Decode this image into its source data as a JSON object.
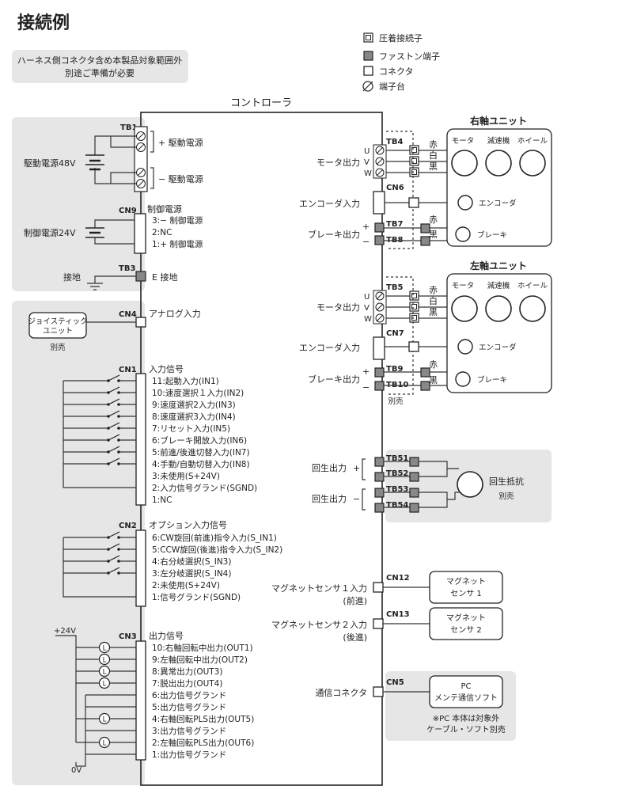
{
  "title": "接続例",
  "note_harness": [
    "ハーネス側コネクタ含め本製品対象範囲外",
    "別途ご準備が必要"
  ],
  "legend": [
    {
      "icon": "crimp-terminal-icon",
      "label": "圧着接続子"
    },
    {
      "icon": "faston-terminal-icon",
      "label": "ファストン端子"
    },
    {
      "icon": "connector-icon",
      "label": "コネクタ"
    },
    {
      "icon": "terminal-block-icon",
      "label": "端子台"
    }
  ],
  "controller_label": "コントローラ",
  "left": {
    "tb1": {
      "id": "TB1",
      "plus": "+ 駆動電源",
      "minus": "− 駆動電源",
      "source": "駆動電源48V"
    },
    "cn9": {
      "id": "CN9",
      "head": "制御電源",
      "pins": [
        "3:−  制御電源",
        "2:NC",
        "1:+  制御電源"
      ],
      "source": "制御電源24V"
    },
    "tb3": {
      "id": "TB3",
      "label": "E  接地",
      "source": "接地"
    },
    "cn4": {
      "id": "CN4",
      "label": "アナログ入力",
      "device": [
        "ジョイスティック",
        "ユニット"
      ],
      "sold": "別売"
    },
    "cn1": {
      "id": "CN1",
      "head": "入力信号",
      "pins": [
        "11:起動入力(IN1)",
        "10:速度選択１入力(IN2)",
        "9:速度選択2入力(IN3)",
        "8:速度選択3入力(IN4)",
        "7:リセット入力(IN5)",
        "6:ブレーキ開放入力(IN6)",
        "5:前進/後進切替入力(IN7)",
        "4:手動/自動切替入力(IN8)",
        "3:未使用(S+24V)",
        "2:入力信号グランド(SGND)",
        "1:NC"
      ]
    },
    "cn2": {
      "id": "CN2",
      "head": "オプション入力信号",
      "pins": [
        "6:CW旋回(前進)指令入力(S_IN1)",
        "5:CCW旋回(後進)指令入力(S_IN2)",
        "4:右分岐選択(S_IN3)",
        "3:左分岐選択(S_IN4)",
        "2:未使用(S+24V)",
        "1:信号グランド(SGND)"
      ]
    },
    "cn3": {
      "id": "CN3",
      "head": "出力信号",
      "pins": [
        "10:右軸回転中出力(OUT1)",
        "9:左軸回転中出力(OUT2)",
        "8:異常出力(OUT3)",
        "7:脱出出力(OUT4)",
        "6:出力信号グランド",
        "5:出力信号グランド",
        "4:右軸回転PLS出力(OUT5)",
        "3:出力信号グランド",
        "2:左軸回転PLS出力(OUT6)",
        "1:出力信号グランド"
      ],
      "v24": "+24V",
      "v0": "0V",
      "lamp": "L"
    }
  },
  "right": {
    "uvw": [
      "U",
      "V",
      "W"
    ],
    "wire_colors": [
      "赤",
      "白",
      "黒"
    ],
    "motor_out": "モータ出力",
    "encoder_in": "エンコーダ入力",
    "brake_out": "ブレーキ出力",
    "plus": "+",
    "minus": "−",
    "right_axis": {
      "title": "右軸ユニット",
      "tb_motor": "TB4",
      "cn_enc": "CN6",
      "tb_brake": [
        "TB7",
        "TB8"
      ],
      "parts": [
        "モータ",
        "減速機",
        "ホイール"
      ],
      "encoder": "エンコーダ",
      "brake": "ブレーキ",
      "brake_colors": [
        "赤",
        "黒"
      ]
    },
    "left_axis": {
      "title": "左軸ユニット",
      "tb_motor": "TB5",
      "cn_enc": "CN7",
      "tb_brake": [
        "TB9",
        "TB10"
      ],
      "parts": [
        "モータ",
        "減速機",
        "ホイール"
      ],
      "encoder": "エンコーダ",
      "brake": "ブレーキ",
      "brake_colors": [
        "赤",
        "黒"
      ],
      "sold": "別売"
    },
    "regen": {
      "label_plus": "回生出力",
      "label_minus": "回生出力",
      "tbs": [
        "TB51",
        "TB52",
        "TB53",
        "TB54"
      ],
      "resistor": "回生抵抗",
      "sold": "別売"
    },
    "cn12": {
      "id": "CN12",
      "label": [
        "マグネットセンサ１入力",
        "(前進)"
      ],
      "device": [
        "マグネット",
        "センサ 1"
      ]
    },
    "cn13": {
      "id": "CN13",
      "label": [
        "マグネットセンサ２入力",
        "(後進)"
      ],
      "device": [
        "マグネット",
        "センサ 2"
      ]
    },
    "cn5": {
      "id": "CN5",
      "label": "通信コネクタ",
      "device": [
        "PC",
        "メンテ通信ソフト"
      ],
      "note": [
        "※PC 本体は対象外",
        "ケーブル・ソフト別売"
      ]
    }
  }
}
